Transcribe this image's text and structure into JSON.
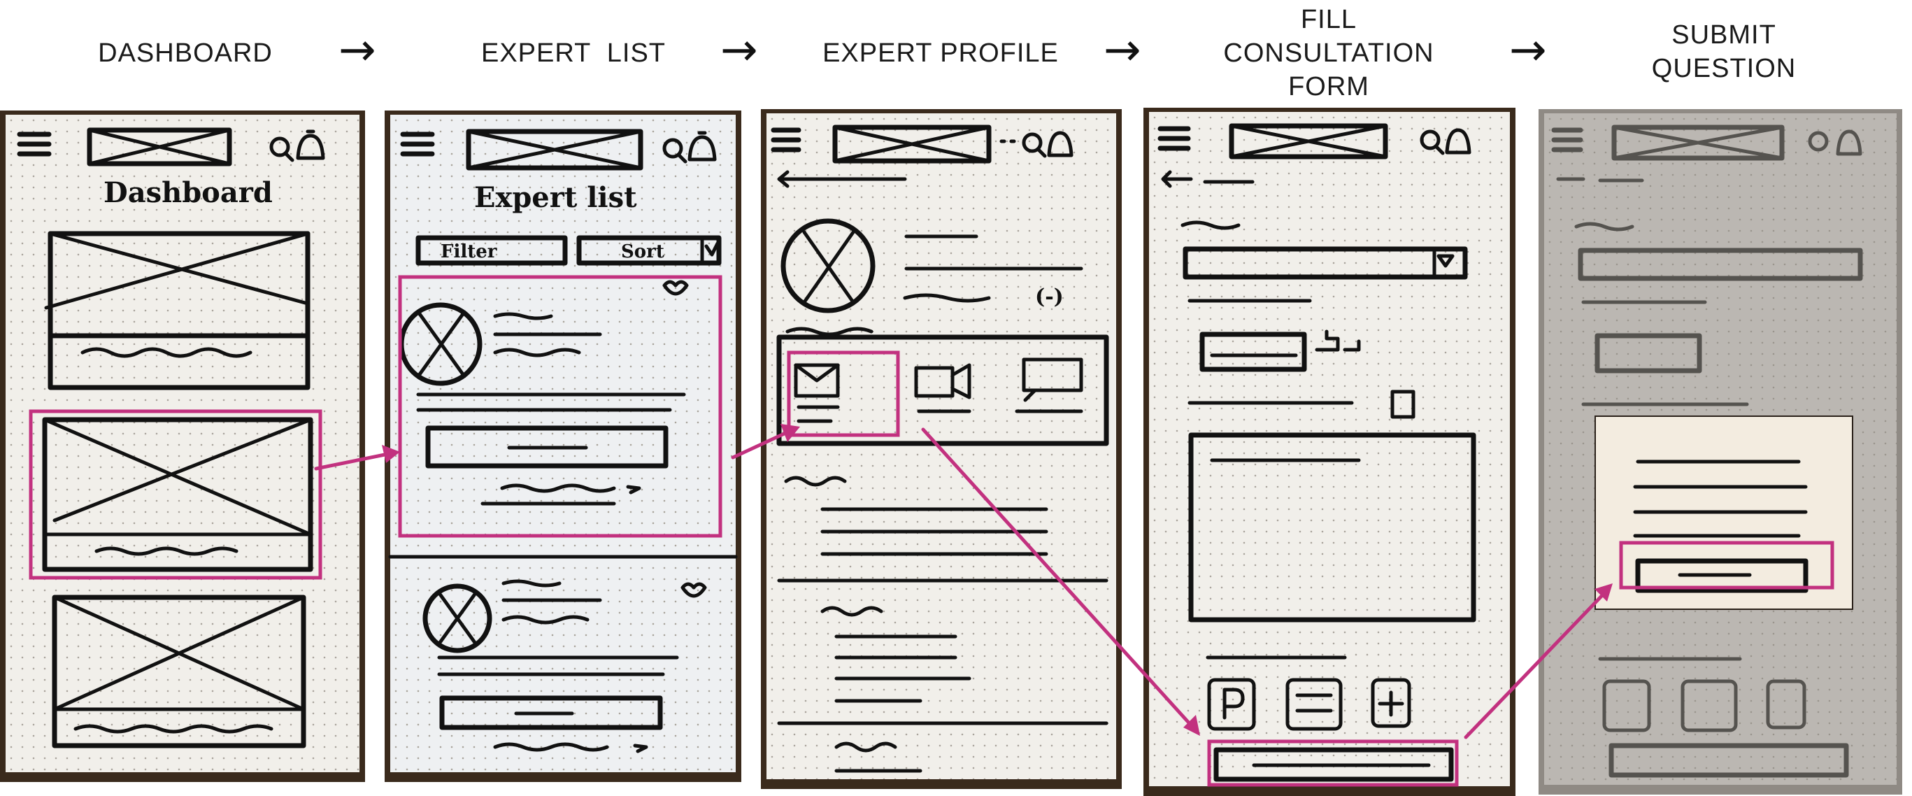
{
  "flow_steps": [
    {
      "label": "DASHBOARD"
    },
    {
      "label": "EXPERT  LIST"
    },
    {
      "label": "EXPERT PROFILE"
    },
    {
      "label": "FILL\nCONSULTATION\nFORM"
    },
    {
      "label": "SUBMIT\nQUESTION"
    }
  ],
  "sketch_text": {
    "dashboard_title": "Dashboard",
    "expert_list_title": "Expert list",
    "filter_button": "Filter",
    "sort_button": "Sort",
    "rating_text": "(-)"
  },
  "colors": {
    "highlight": "#c2317f",
    "ink": "#111111",
    "paper": "#f1efea"
  }
}
